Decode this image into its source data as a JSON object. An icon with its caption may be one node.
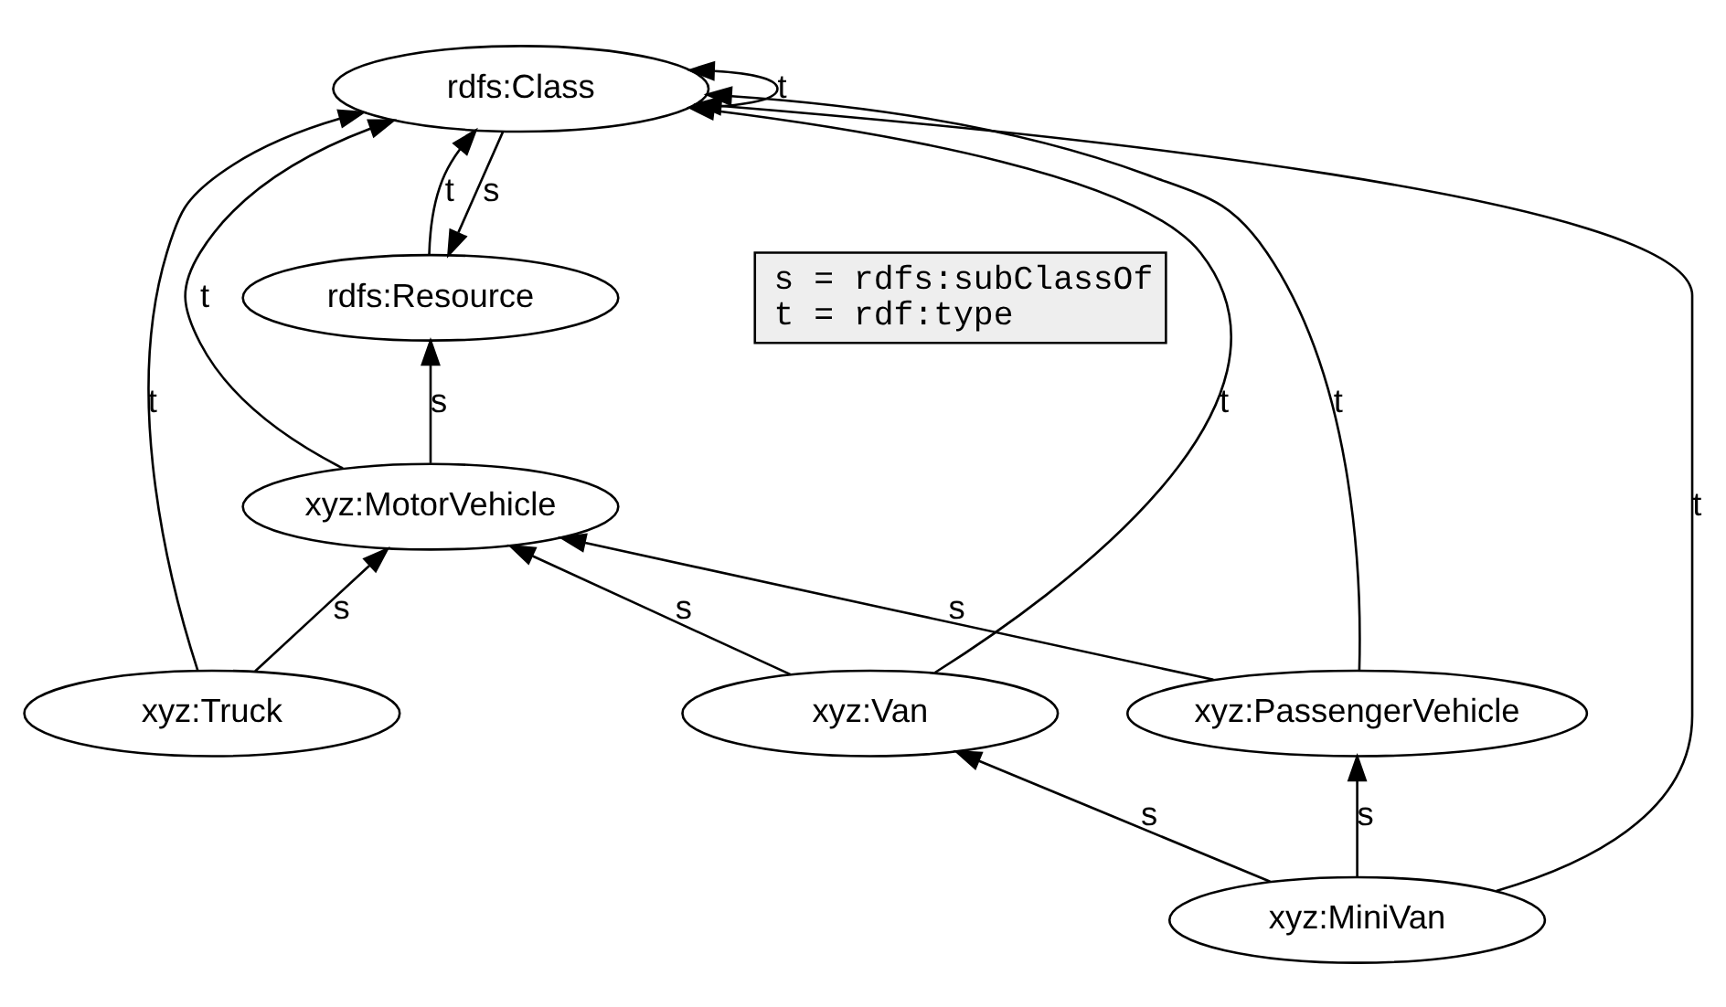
{
  "diagram": {
    "nodes": [
      {
        "text": [
          "rdfs:Resource"
        ]
      },
      {
        "text": [
          "rdfs:Class"
        ]
      },
      {
        "text": [
          "xyz:MotorVehicle"
        ]
      },
      {
        "text": [
          "xyz:Van"
        ]
      },
      {
        "text": [
          "xyz:Truck"
        ]
      },
      {
        "text": [
          "xyz:PassengerVehicle"
        ]
      },
      {
        "text": [
          "xyz:MiniVan"
        ]
      }
    ],
    "edges": [
      {
        "from": 1,
        "to": 0,
        "arrow": "to",
        "label": "s"
      },
      {
        "from": 0,
        "to": 1,
        "arrow": "to",
        "label": "t"
      },
      {
        "from": 1,
        "to": 1,
        "arrow": "to",
        "label": "t"
      },
      {
        "from": 2,
        "to": 0,
        "arrow": "to",
        "label": "s"
      },
      {
        "from": 2,
        "to": 1,
        "arrow": "to",
        "label": "t"
      },
      {
        "from": 4,
        "to": 1,
        "arrow": "to",
        "label": "t"
      },
      {
        "from": 3,
        "to": 2,
        "arrow": "to",
        "label": "s"
      },
      {
        "from": 3,
        "to": 1,
        "arrow": "to",
        "label": "t"
      },
      {
        "from": 5,
        "to": 2,
        "arrow": "to",
        "label": "s"
      },
      {
        "from": 4,
        "to": 2,
        "arrow": "to",
        "label": "s"
      },
      {
        "from": 5,
        "to": 1,
        "arrow": "to",
        "label": "t"
      },
      {
        "from": 6,
        "to": 1,
        "arrow": "to",
        "label": "t"
      },
      {
        "from": 6,
        "to": 3,
        "arrow": "to",
        "label": "s"
      },
      {
        "from": 6,
        "to": 5,
        "arrow": "to",
        "label": "s"
      }
    ],
    "labels": [
      "s = rdfs:subClassOf",
      "t = rdf:type"
    ]
  }
}
